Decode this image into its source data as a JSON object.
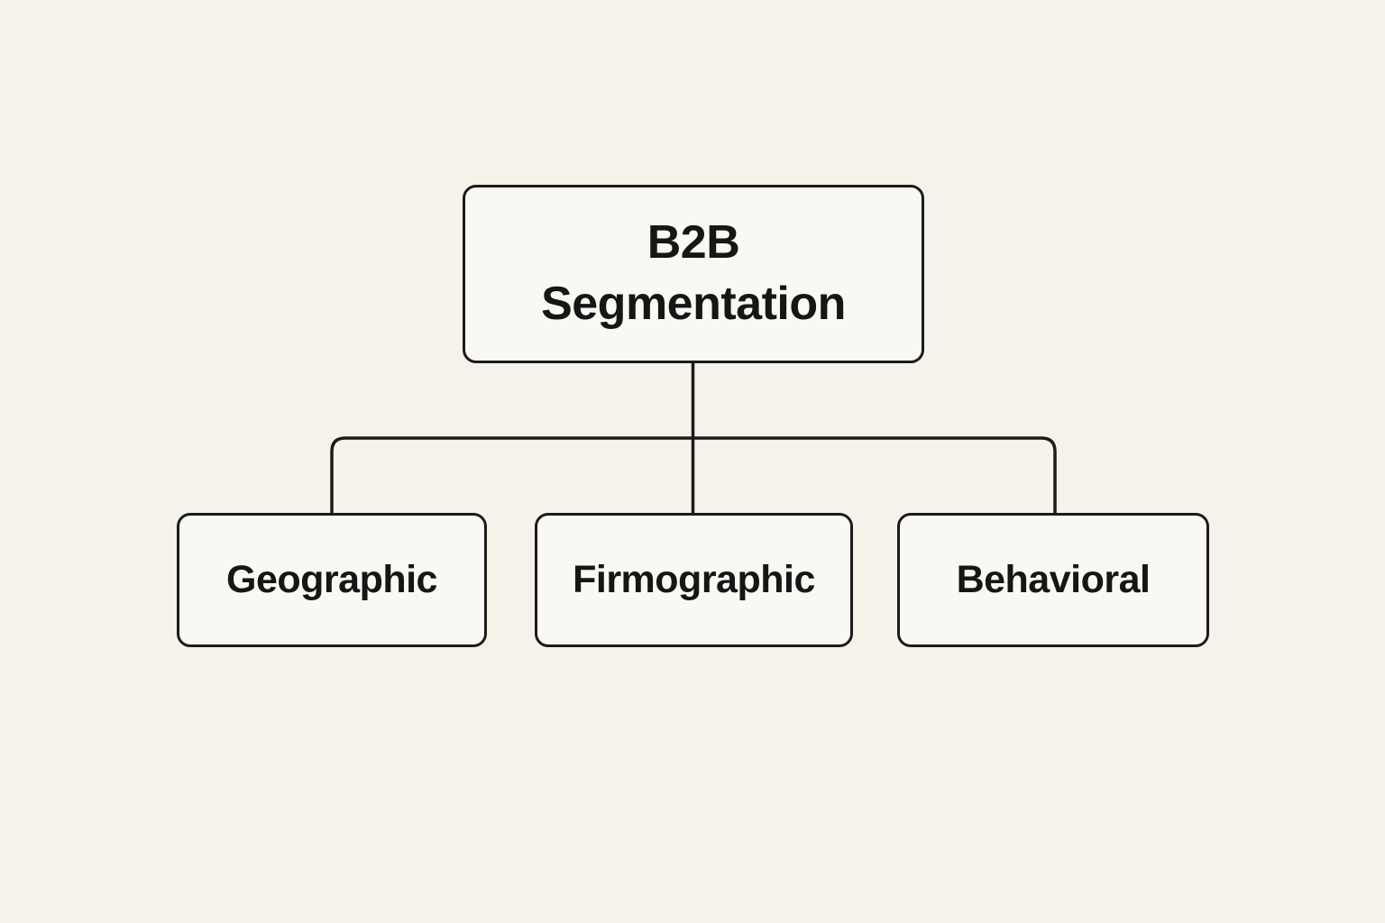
{
  "diagram": {
    "type": "hierarchy",
    "root": {
      "label": "B2B Segmentation"
    },
    "children": [
      {
        "label": "Geographic"
      },
      {
        "label": "Firmographic"
      },
      {
        "label": "Behavioral"
      }
    ],
    "colors": {
      "background": "#f5f2ea",
      "node_fill": "#faf8f2",
      "node_border": "#1b1b1b",
      "text": "#161616",
      "connector": "#1b1b1b"
    }
  }
}
